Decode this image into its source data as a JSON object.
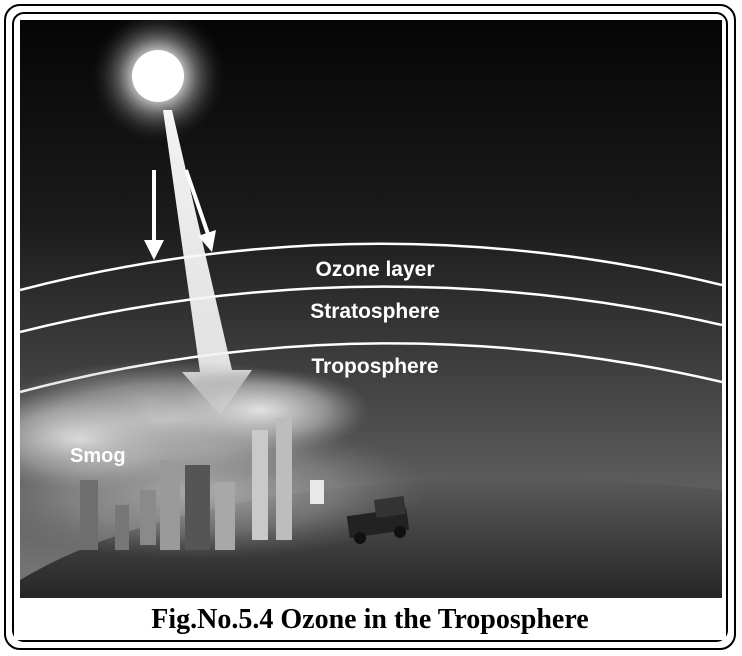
{
  "figure": {
    "labels": {
      "ozone_layer": "Ozone layer",
      "stratosphere": "Stratosphere",
      "troposphere": "Troposphere",
      "smog": "Smog"
    },
    "caption": "Fig.No.5.4 Ozone in the Troposphere",
    "colors": {
      "sky_top": "#050505",
      "sky_bottom": "#7a7a7a",
      "ground": "#3a3a3a",
      "layer_lines": "#ffffff",
      "frame": "#000000"
    }
  }
}
